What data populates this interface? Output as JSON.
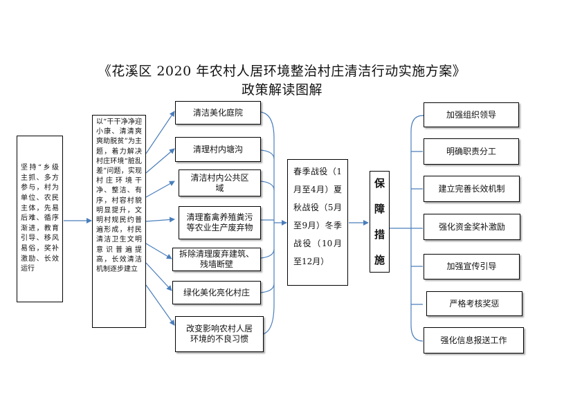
{
  "title": {
    "line1": "《花溪区 2020 年农村人居环境整治村庄清洁行动实施方案》",
    "line2": "政策解读图解"
  },
  "principles": "坚持“乡级主抓、多方参与，村为单位、农民主体，先易后难、循序渐进，教育引导、移风易俗，奖补激励、长效运行",
  "goals": "以“干干净净迎小康、清清爽爽助脱贫”为主题，着力解决村庄环境“脏乱差”问题，实现村庄环境干净、整洁、有序，村容村貌明显提升，文明村规民约普遍形成，村民清洁卫生文明意识普遍提高，长效清洁机制逐步建立",
  "tasks": [
    "清洁美化庭院",
    "清理村内塘沟",
    "清洁村内公共区域",
    "清理畜禽养殖粪污等农业生产废弃物",
    "拆除清理废弃建筑、残墙断壁",
    "绿化美化亮化村庄",
    "改变影响农村人居环境的不良习惯"
  ],
  "phases": "春季战役（1月至4月）夏秋战役（5月至9月）冬季战役（10月至12月）",
  "guarantee_label": [
    "保",
    "障",
    "措",
    "施"
  ],
  "measures": [
    "加强组织领导",
    "明确职责分工",
    "建立完善长效机制",
    "强化资金奖补激励",
    "加强宣传引导",
    "严格考核奖惩",
    "强化信息报送工作"
  ],
  "colors": {
    "arrow": "#4a7ebb",
    "border": "#000000"
  }
}
